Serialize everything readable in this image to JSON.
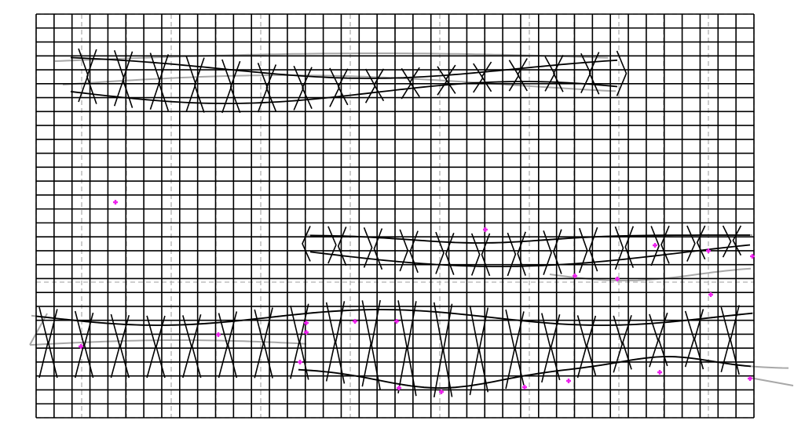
{
  "diagram": {
    "kind": "deformed-mesh-grid",
    "grid": {
      "columns": 40,
      "rows": 29,
      "line_color": "#000000",
      "coarse_line_color": "#b0b0b0",
      "coarse_line_style": "dashed"
    },
    "deformation_bands": [
      {
        "position": "top",
        "edges": [
          "top-row",
          "upper-middle"
        ]
      },
      {
        "position": "middle-right",
        "edges": [
          "upper",
          "lower"
        ]
      },
      {
        "position": "bottom",
        "edges": [
          "upper",
          "lower"
        ]
      }
    ],
    "guide_curve_color": "#a8a8a8",
    "marker_color": "#ee22ee",
    "marker_count": 21
  }
}
